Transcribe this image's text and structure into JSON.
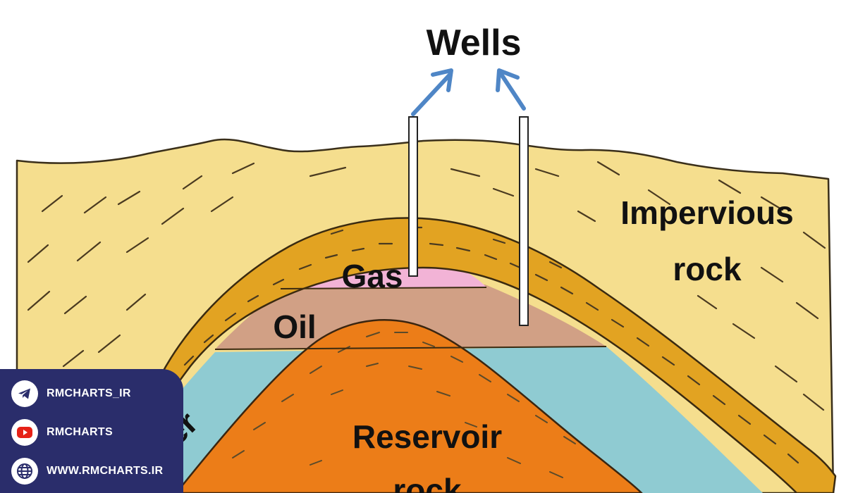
{
  "diagram": {
    "title": "Wells",
    "labels": {
      "impervious_line1": "Impervious",
      "impervious_line2": "rock",
      "gas": "Gas",
      "oil": "Oil",
      "water": "Water",
      "reservoir_line1": "Reservoir",
      "reservoir_line2": "rock"
    },
    "colors": {
      "impervious_rock": "#f5de8e",
      "cap_layer": "#e2a322",
      "gas": "#f2b3d6",
      "oil": "#d1a085",
      "water": "#8fcbd2",
      "reservoir_rock": "#ec7d18",
      "arrow": "#4f86c6"
    }
  },
  "social": {
    "items": [
      {
        "icon": "telegram-icon",
        "label": "RMCHARTS_IR"
      },
      {
        "icon": "youtube-icon",
        "label": "RMCHARTS"
      },
      {
        "icon": "globe-icon",
        "label": "WWW.RMCHARTS.IR"
      }
    ],
    "colors": {
      "panel": "#2a2d6b",
      "telegram": "#2a2d6b",
      "youtube": "#e62117"
    }
  }
}
